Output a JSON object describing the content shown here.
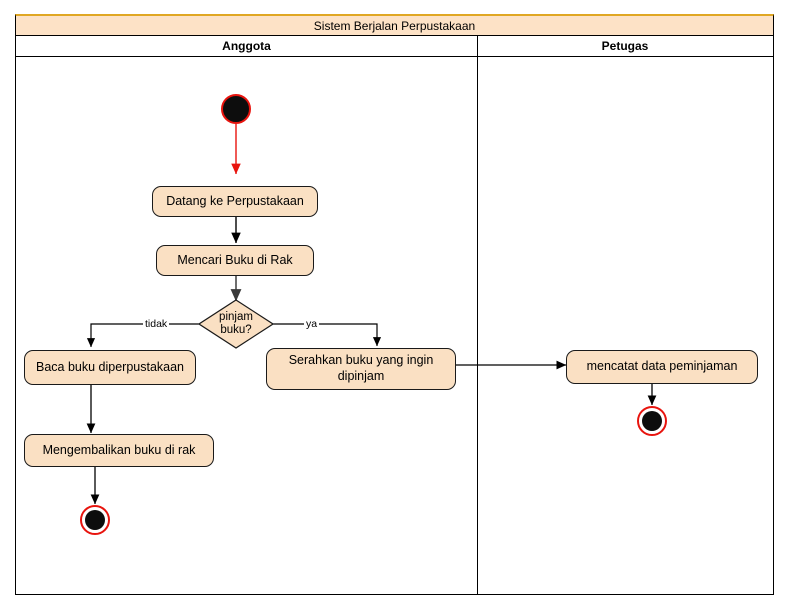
{
  "diagram": {
    "title": "Sistem Berjalan Perpustakaan",
    "type": "uml-activity-diagram",
    "colors": {
      "node_fill": "#fae0c3",
      "node_border": "#1a1a1a",
      "title_fill": "#fde2c6",
      "title_accent": "#e0a723",
      "start_end_ring": "#e8140e",
      "start_end_fill": "#0d0d0d",
      "start_edge": "#e8140e",
      "edge": "#000000",
      "background": "#ffffff"
    },
    "lanes": [
      {
        "id": "anggota",
        "label": "Anggota"
      },
      {
        "id": "petugas",
        "label": "Petugas"
      }
    ],
    "nodes": {
      "start": {
        "label": "",
        "kind": "initial-node",
        "lane": "anggota"
      },
      "datang": {
        "label": "Datang ke Perpustakaan",
        "kind": "activity",
        "lane": "anggota"
      },
      "mencari": {
        "label": "Mencari Buku di Rak",
        "kind": "activity",
        "lane": "anggota"
      },
      "decision": {
        "label": "pinjam buku?",
        "line1": "pinjam",
        "line2": "buku?",
        "kind": "decision",
        "lane": "anggota"
      },
      "baca": {
        "label": "Baca buku diperpustakaan",
        "kind": "activity",
        "lane": "anggota"
      },
      "serahkan": {
        "label": "Serahkan buku yang ingin dipinjam",
        "line1": "Serahkan buku yang ingin",
        "line2": "dipinjam",
        "kind": "activity",
        "lane": "anggota"
      },
      "mengembalikan": {
        "label": "Mengembalikan buku di rak",
        "kind": "activity",
        "lane": "anggota"
      },
      "mencatat": {
        "label": "mencatat data peminjaman",
        "kind": "activity",
        "lane": "petugas"
      },
      "end_anggota": {
        "label": "",
        "kind": "final-node",
        "lane": "anggota"
      },
      "end_petugas": {
        "label": "",
        "kind": "final-node",
        "lane": "petugas"
      }
    },
    "edge_labels": {
      "tidak": "tidak",
      "ya": "ya"
    },
    "flows": [
      {
        "from": "start",
        "to": "datang",
        "label": ""
      },
      {
        "from": "datang",
        "to": "mencari",
        "label": ""
      },
      {
        "from": "mencari",
        "to": "decision",
        "label": ""
      },
      {
        "from": "decision",
        "to": "baca",
        "label": "tidak"
      },
      {
        "from": "decision",
        "to": "serahkan",
        "label": "ya"
      },
      {
        "from": "baca",
        "to": "mengembalikan",
        "label": ""
      },
      {
        "from": "mengembalikan",
        "to": "end_anggota",
        "label": ""
      },
      {
        "from": "serahkan",
        "to": "mencatat",
        "label": ""
      },
      {
        "from": "mencatat",
        "to": "end_petugas",
        "label": ""
      }
    ]
  }
}
